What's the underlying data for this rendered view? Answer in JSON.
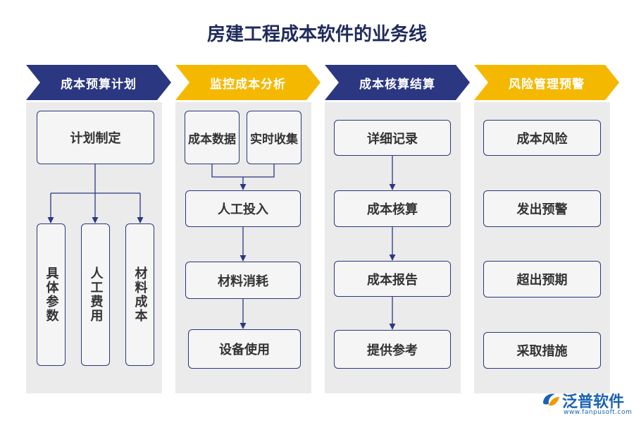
{
  "title": "房建工程成本软件的业务线",
  "colors": {
    "navy": "#2b3780",
    "gold": "#f5b800",
    "box_border": "#2b3780",
    "column_bg": "#ebebeb",
    "logo_blue": "#1a62b4"
  },
  "columns": [
    {
      "header": "成本预算计划",
      "top": "计划制定",
      "items": [
        "具体参数",
        "人工费用",
        "材料成本"
      ]
    },
    {
      "header": "监控成本分析",
      "top_pair": [
        "成本数据",
        "实时收集"
      ],
      "steps": [
        "人工投入",
        "材料消耗",
        "设备使用"
      ]
    },
    {
      "header": "成本核算结算",
      "steps": [
        "详细记录",
        "成本核算",
        "成本报告",
        "提供参考"
      ]
    },
    {
      "header": "风险管理预警",
      "steps": [
        "成本风险",
        "发出预警",
        "超出预期",
        "采取措施"
      ]
    }
  ],
  "logo": {
    "name": "泛普软件",
    "url": "www.fanpusoft.com",
    "icon": "fanpu-logo-icon"
  }
}
